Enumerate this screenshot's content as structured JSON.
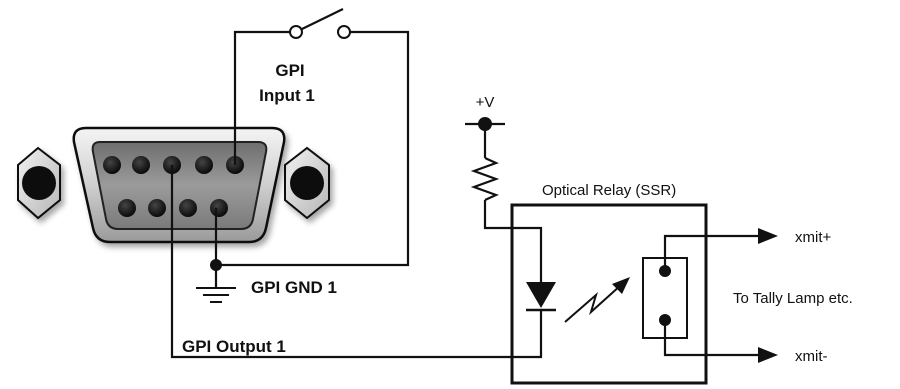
{
  "labels": {
    "gpi_input_line1": "GPI",
    "gpi_input_line2": "Input 1",
    "gpi_gnd": "GPI GND 1",
    "gpi_output": "GPI Output 1",
    "supply": "+V",
    "relay_title": "Optical Relay (SSR)",
    "xmit_plus": "xmit+",
    "xmit_minus": "xmit-",
    "tally": "To Tally Lamp etc."
  },
  "colors": {
    "wire": "#111111",
    "connector_body": "#8a8a8a",
    "pin": "#0d0d0d"
  }
}
